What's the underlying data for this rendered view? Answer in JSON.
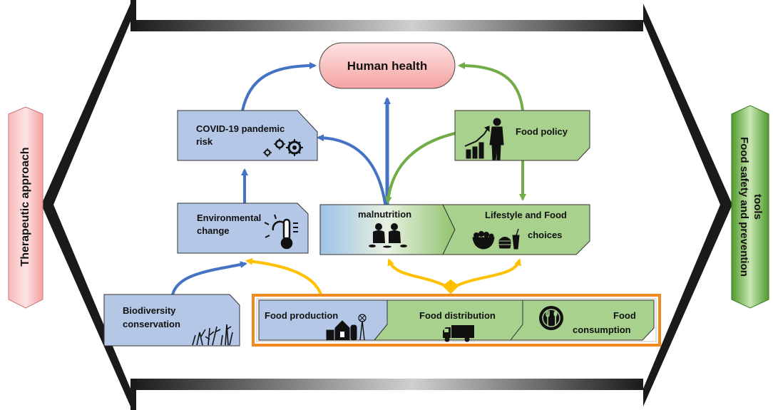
{
  "center": {
    "title": "Human health"
  },
  "side_labels": {
    "left": "Therapeutic approach",
    "right_line1": "Food safety and prevention",
    "right_line2": "tools"
  },
  "boxes": {
    "covid_line1": "COVID-19 pandemic",
    "covid_line2": "risk",
    "environment_line1": "Environmental",
    "environment_line2": "change",
    "biodiversity_line1": "Biodiversity",
    "biodiversity_line2": "conservation",
    "malnutrition": "malnutrition",
    "lifestyle_line1": "Lifestyle and Food",
    "lifestyle_line2": "choices",
    "food_policy": "Food policy"
  },
  "food_chain": {
    "production": "Food production",
    "distribution": "Food distribution",
    "consumption_line1": "Food",
    "consumption_line2": "consumption"
  },
  "icons": [
    "covid-virus-icon",
    "thermometer-sun-icon",
    "vegetation-icon",
    "malnourished-people-icon",
    "salad-burger-drink-icon",
    "policy-growth-chart-icon",
    "farm-barn-icon",
    "delivery-truck-icon",
    "plate-fork-spoon-icon"
  ],
  "colors": {
    "blue_box": "#b4c7e7",
    "green_box": "#a9d18e",
    "pink_center": "#f4a6a6",
    "blue_arrow": "#4472c4",
    "green_arrow": "#70ad47",
    "orange_arrow": "#ffc000",
    "orange_frame": "#f08a1e"
  }
}
